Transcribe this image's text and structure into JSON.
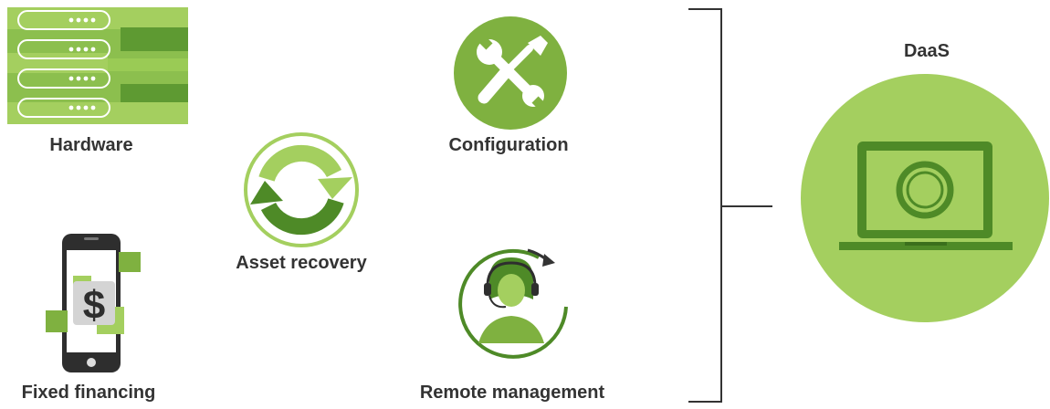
{
  "items": {
    "hardware": {
      "label": "Hardware"
    },
    "fixed_financing": {
      "label": "Fixed financing",
      "currency_symbol": "$"
    },
    "asset_recovery": {
      "label": "Asset recovery"
    },
    "configuration": {
      "label": "Configuration"
    },
    "remote_management": {
      "label": "Remote management"
    },
    "daas": {
      "label": "DaaS"
    }
  },
  "icons": {
    "hardware": "server-rack-icon",
    "fixed_financing": "smartphone-dollar-icon",
    "asset_recovery": "recycle-arrows-icon",
    "configuration": "wrench-screwdriver-icon",
    "remote_management": "support-headset-icon",
    "daas": "laptop-icon"
  },
  "colors": {
    "light_green": "#A4CF5F",
    "mid_green": "#7FB140",
    "dark_green": "#4E8A27",
    "text": "#333333"
  }
}
